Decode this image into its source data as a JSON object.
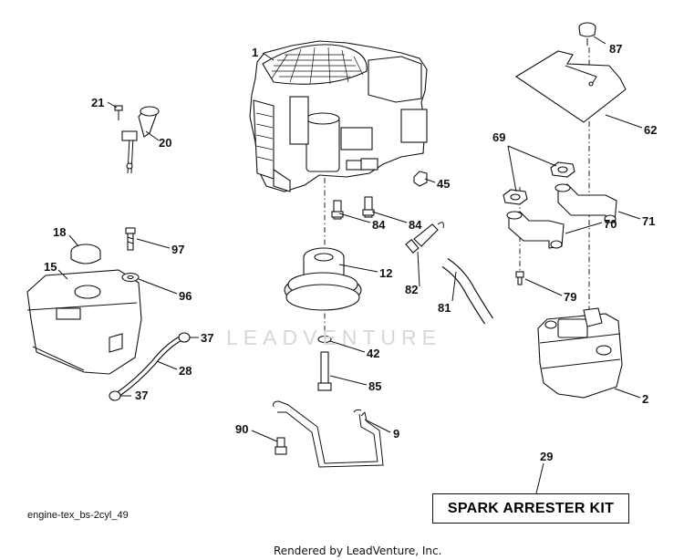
{
  "diagram": {
    "callouts": {
      "c1": "1",
      "c87": "87",
      "c62": "62",
      "c21": "21",
      "c20": "20",
      "c69": "69",
      "c45": "45",
      "c84a": "84",
      "c84b": "84",
      "c71": "71",
      "c18": "18",
      "c97": "97",
      "c70": "70",
      "c15": "15",
      "c12": "12",
      "c82": "82",
      "c96": "96",
      "c81": "81",
      "c79": "79",
      "c37a": "37",
      "c42": "42",
      "c28": "28",
      "c85": "85",
      "c37b": "37",
      "c2": "2",
      "c90": "90",
      "c9": "9",
      "c29": "29"
    },
    "kit_label": "SPARK ARRESTER KIT",
    "diagram_code": "engine-tex_bs-2cyl_49",
    "footer": "Rendered by LeadVenture, Inc.",
    "watermark": "LEADVENTURE"
  }
}
